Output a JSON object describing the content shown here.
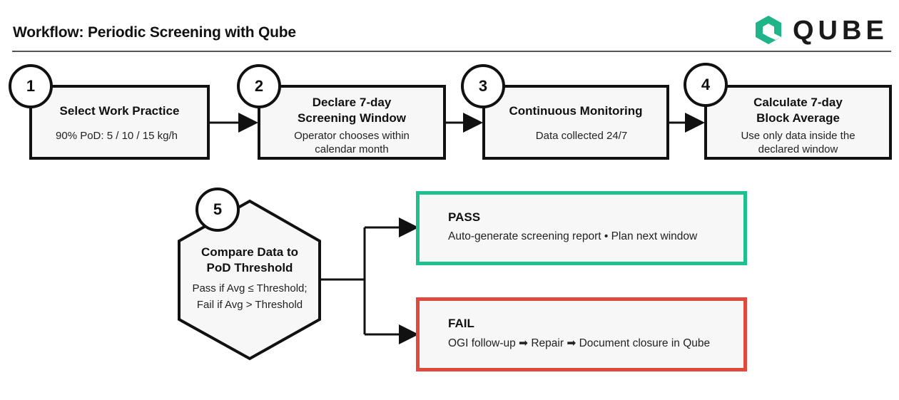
{
  "header": {
    "title": "Workflow: Periodic Screening with Qube",
    "logo_text": "QUBE",
    "logo_color": "#1fb589"
  },
  "steps": [
    {
      "number": "1",
      "title_lines": [
        "Select Work Practice"
      ],
      "body_lines": [
        "90% PoD: 5 / 10 / 15 kg/h"
      ]
    },
    {
      "number": "2",
      "title_lines": [
        "Declare 7-day",
        "Screening Window"
      ],
      "body_lines": [
        "Operator chooses within",
        "calendar month"
      ]
    },
    {
      "number": "3",
      "title_lines": [
        "Continuous Monitoring"
      ],
      "body_lines": [
        "Data collected 24/7"
      ]
    },
    {
      "number": "4",
      "title_lines": [
        "Calculate 7-day",
        "Block Average"
      ],
      "body_lines": [
        "Use only data inside the",
        "declared window"
      ]
    }
  ],
  "decision": {
    "number": "5",
    "title_lines": [
      "Compare Data to",
      "PoD Threshold"
    ],
    "body_lines": [
      "Pass if Avg ≤ Threshold;",
      "Fail if Avg > Threshold"
    ]
  },
  "outcomes": {
    "pass": {
      "title": "PASS",
      "text": "Auto-generate screening report • Plan next window",
      "color": "#1fbf8f"
    },
    "fail": {
      "title": "FAIL",
      "text": "OGI follow-up ➡ Repair ➡ Document closure in Qube",
      "color": "#e04a3c"
    }
  }
}
